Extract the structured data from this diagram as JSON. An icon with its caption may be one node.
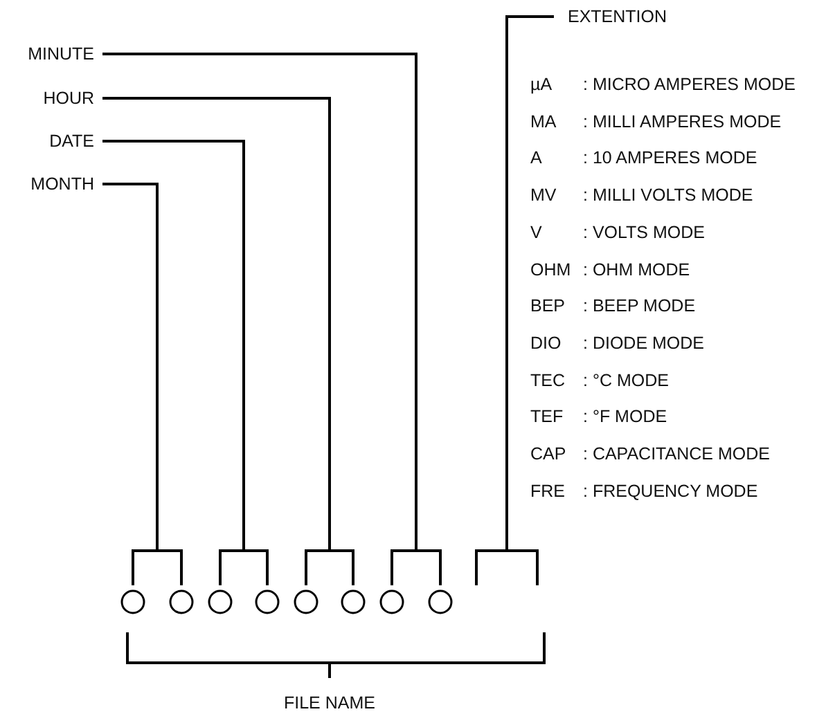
{
  "diagram": {
    "nodes": [
      {
        "text": [
          "EXTENTION"
        ]
      },
      {
        "text": [
          "MINUTE"
        ]
      },
      {
        "text": [
          "HOUR"
        ]
      },
      {
        "text": [
          "DATE"
        ]
      },
      {
        "text": [
          "MONTH"
        ]
      },
      {
        "text": [],
        "shape": "bracket"
      },
      {
        "text": [],
        "shape": "bracket"
      },
      {
        "text": [],
        "shape": "bracket"
      },
      {
        "text": [],
        "shape": "bracket"
      },
      {
        "text": [],
        "shape": "bracket"
      },
      {
        "text": [],
        "shape": "circle"
      },
      {
        "text": [],
        "shape": "circle"
      },
      {
        "text": [],
        "shape": "circle"
      },
      {
        "text": [],
        "shape": "circle"
      },
      {
        "text": [],
        "shape": "circle"
      },
      {
        "text": [],
        "shape": "circle"
      },
      {
        "text": [],
        "shape": "circle"
      },
      {
        "text": [],
        "shape": "circle"
      }
    ],
    "edges": [
      {
        "from": 0,
        "to": 9,
        "arrow": "none"
      },
      {
        "from": 1,
        "to": 8,
        "arrow": "none"
      },
      {
        "from": 2,
        "to": 7,
        "arrow": "none"
      },
      {
        "from": 3,
        "to": 6,
        "arrow": "none"
      },
      {
        "from": 4,
        "to": 5,
        "arrow": "none"
      }
    ],
    "labels": [
      "µA",
      ": MICRO AMPERES MODE",
      "MA",
      ": MILLI AMPERES MODE",
      "A",
      ": 10 AMPERES MODE",
      "MV",
      ": MILLI VOLTS MODE",
      "V",
      ": VOLTS MODE",
      "OHM",
      ": OHM MODE",
      "BEP",
      ": BEEP MODE",
      "DIO",
      ": DIODE MODE",
      "TEC",
      ": °C MODE",
      "TEF",
      ": °F MODE",
      "CAP",
      ": CAPACITANCE MODE",
      "FRE",
      ": FREQUENCY MODE",
      "FILE NAME"
    ]
  }
}
